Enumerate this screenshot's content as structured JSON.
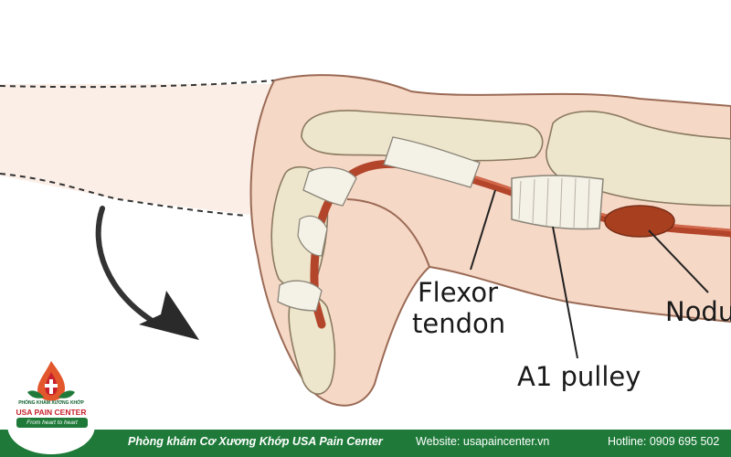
{
  "labels": {
    "flexor": "Flexor",
    "tendon": "tendon",
    "pulley": "A1 pulley",
    "nodule": "Nodu"
  },
  "logo": {
    "line1": "PHÒNG KHÁM XƯƠNG KHỚP",
    "line2": "USA PAIN CENTER",
    "tagline": "From heart to heart"
  },
  "footer": {
    "clinic": "Phòng khám Cơ Xương Khớp USA Pain Center",
    "website": "Website: usapaincenter.vn",
    "hotline": "Hotline: 0909 695 502"
  },
  "colors": {
    "skin": "#f6d8c6",
    "skin_outline": "#9a6a55",
    "bone": "#ede6cc",
    "tendon": "#b3452b",
    "pulley": "#f4f1e6",
    "brand_green": "#1f7a3a",
    "brand_red": "#c8202c"
  }
}
